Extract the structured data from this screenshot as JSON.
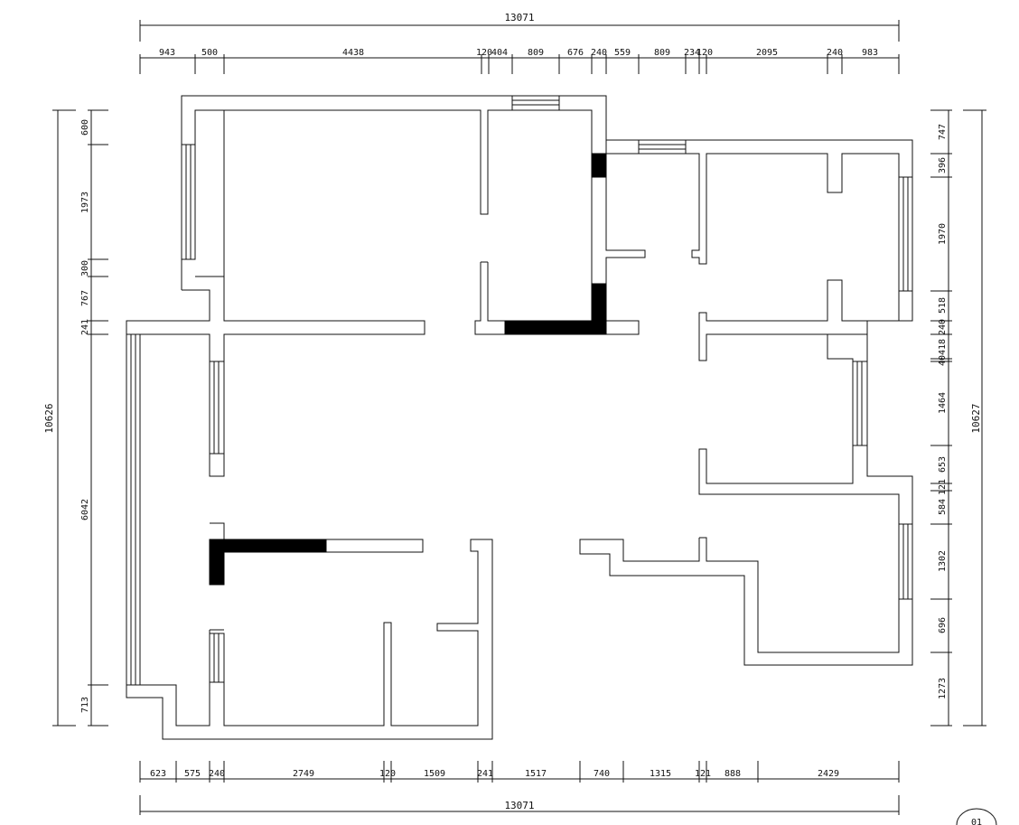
{
  "dimensions": {
    "top_total": "13071",
    "top_segments": [
      "943",
      "500",
      "4438",
      "120",
      "404",
      "809",
      "676",
      "240",
      "559",
      "809",
      "234",
      "120",
      "2095",
      "240",
      "983"
    ],
    "bottom_total": "13071",
    "bottom_segments": [
      "623",
      "575",
      "240",
      "2749",
      "120",
      "1509",
      "241",
      "1517",
      "740",
      "1315",
      "121",
      "888",
      "2429"
    ],
    "left_total": "10626",
    "left_segments": [
      "600",
      "1973",
      "300",
      "767",
      "241",
      "6042",
      "713"
    ],
    "right_total": "10627",
    "right_segments": [
      "747",
      "396",
      "1970",
      "518",
      "240",
      "418",
      "40",
      "1464",
      "653",
      "121",
      "584",
      "1302",
      "696",
      "1273"
    ]
  },
  "stamp": "01"
}
